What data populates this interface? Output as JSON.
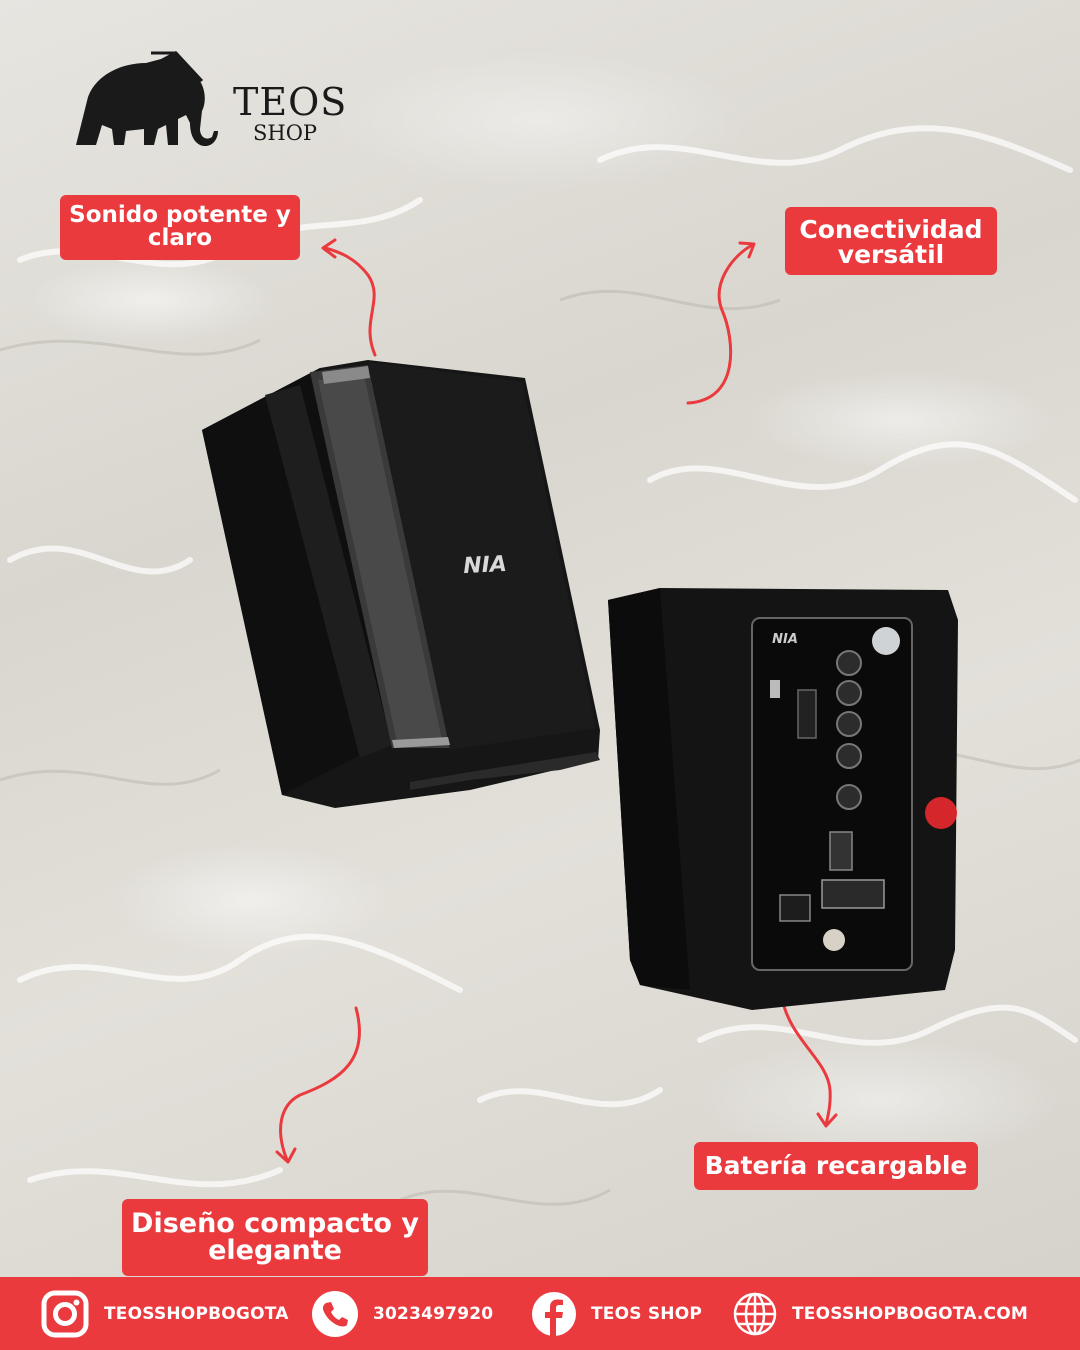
{
  "brand": {
    "name": "TEOS",
    "sub": "SHOP",
    "logo_icon": "elephant-icon"
  },
  "features": {
    "sound": [
      "Sonido potente y",
      "claro"
    ],
    "connectivity": [
      "Conectividad",
      "versátil"
    ],
    "battery": "Batería recargable",
    "design": [
      "Diseño compacto y",
      "elegante"
    ]
  },
  "speaker_brand": "NIA",
  "footer": {
    "instagram": {
      "icon": "instagram-icon",
      "label": "TEOSSHOPBOGOTA"
    },
    "phone": {
      "icon": "phone-icon",
      "label": "3023497920"
    },
    "facebook": {
      "icon": "facebook-icon",
      "label": "TEOS SHOP"
    },
    "web": {
      "icon": "globe-icon",
      "label": "TEOSSHOPBOGOTA.COM"
    }
  },
  "colors": {
    "accent": "#ea3a3e",
    "text_dark": "#1a1a1a",
    "white": "#ffffff"
  }
}
